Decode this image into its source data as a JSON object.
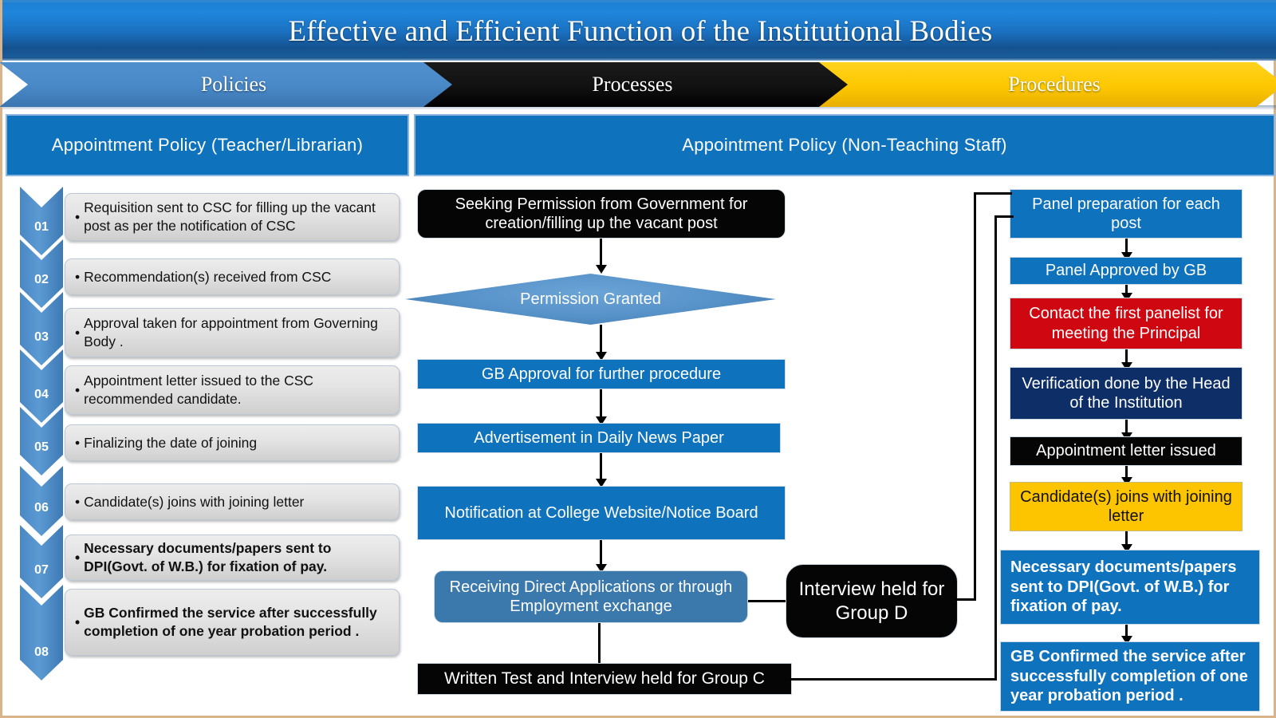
{
  "header": {
    "title": "Effective and Efficient Function of the Institutional Bodies",
    "chevrons": [
      {
        "label": "Policies",
        "color": "#4a8ac9"
      },
      {
        "label": "Processes",
        "color": "#000000"
      },
      {
        "label": "Procedures",
        "color": "#fdc800"
      }
    ]
  },
  "subtitles": {
    "left": "Appointment Policy  (Teacher/Librarian)",
    "right": "Appointment Policy   (Non-Teaching  Staff)"
  },
  "policies_column": {
    "steps": [
      {
        "num": "01",
        "text": "Requisition sent to CSC for filling up the vacant post as per the notification of CSC",
        "bold": false
      },
      {
        "num": "02",
        "text": "Recommendation(s) received from CSC",
        "bold": false
      },
      {
        "num": "03",
        "text": "Approval taken for appointment from Governing Body .",
        "bold": false
      },
      {
        "num": "04",
        "text": "Appointment letter issued to the CSC recommended candidate.",
        "bold": false
      },
      {
        "num": "05",
        "text": "Finalizing the date of joining",
        "bold": false
      },
      {
        "num": "06",
        "text": "Candidate(s) joins with joining letter",
        "bold": false
      },
      {
        "num": "07",
        "text": "Necessary documents/papers sent to DPI(Govt. of W.B.) for fixation of pay.",
        "bold": true
      },
      {
        "num": "08",
        "text": "GB Confirmed the service after successfully completion of  one year probation period .",
        "bold": true
      }
    ]
  },
  "processes_column": {
    "nodes": [
      {
        "id": "seek",
        "text": "Seeking Permission from Government for creation/filling up the vacant post",
        "style": "black",
        "shape": "rounded"
      },
      {
        "id": "perm",
        "text": "Permission Granted",
        "style": "blue-gradient",
        "shape": "diamond"
      },
      {
        "id": "gb",
        "text": "GB Approval for further procedure",
        "style": "blue",
        "shape": "rect"
      },
      {
        "id": "advert",
        "text": "Advertisement in Daily News Paper",
        "style": "blue",
        "shape": "rect"
      },
      {
        "id": "notify",
        "text": "Notification at  College Website/Notice Board",
        "style": "blue",
        "shape": "rect"
      },
      {
        "id": "receive",
        "text": "Receiving Direct Applications or through  Employment exchange",
        "style": "blue2",
        "shape": "rounded"
      },
      {
        "id": "groupd",
        "text": "Interview held for Group D",
        "style": "black",
        "shape": "rounded-lg"
      },
      {
        "id": "groupc",
        "text": "Written Test and Interview held for Group C",
        "style": "black",
        "shape": "rect"
      }
    ]
  },
  "procedures_column": {
    "nodes": [
      {
        "id": "panelprep",
        "text": "Panel preparation for each post",
        "style": "blue",
        "bold": false
      },
      {
        "id": "panelgb",
        "text": "Panel Approved by GB",
        "style": "blue",
        "bold": false
      },
      {
        "id": "contact",
        "text": "Contact the first panelist for meeting the Principal",
        "style": "red",
        "bold": false
      },
      {
        "id": "verify",
        "text": "Verification done by the Head of the Institution",
        "style": "navy",
        "bold": false
      },
      {
        "id": "letter",
        "text": "Appointment letter issued",
        "style": "black",
        "bold": false
      },
      {
        "id": "joins",
        "text": "Candidate(s) joins with joining letter",
        "style": "yellow",
        "bold": false
      },
      {
        "id": "dpi",
        "text": "Necessary documents/papers sent to DPI(Govt. of W.B.) for fixation of pay.",
        "style": "blue",
        "bold": true
      },
      {
        "id": "gbconfirm",
        "text": "GB Confirmed the service after successfully completion of one year probation period .",
        "style": "blue",
        "bold": true
      }
    ]
  },
  "colors": {
    "brand_blue": "#0f72bd",
    "header_blue": "#1a6fbe",
    "policies_chevron": "#4a8ac9",
    "procedures_yellow": "#fdc800",
    "alert_red": "#cf0711",
    "navy": "#0d2e66",
    "black": "#050505",
    "step_box_grey": "#e3e3e3",
    "frame_tan": "#d9b48a"
  }
}
